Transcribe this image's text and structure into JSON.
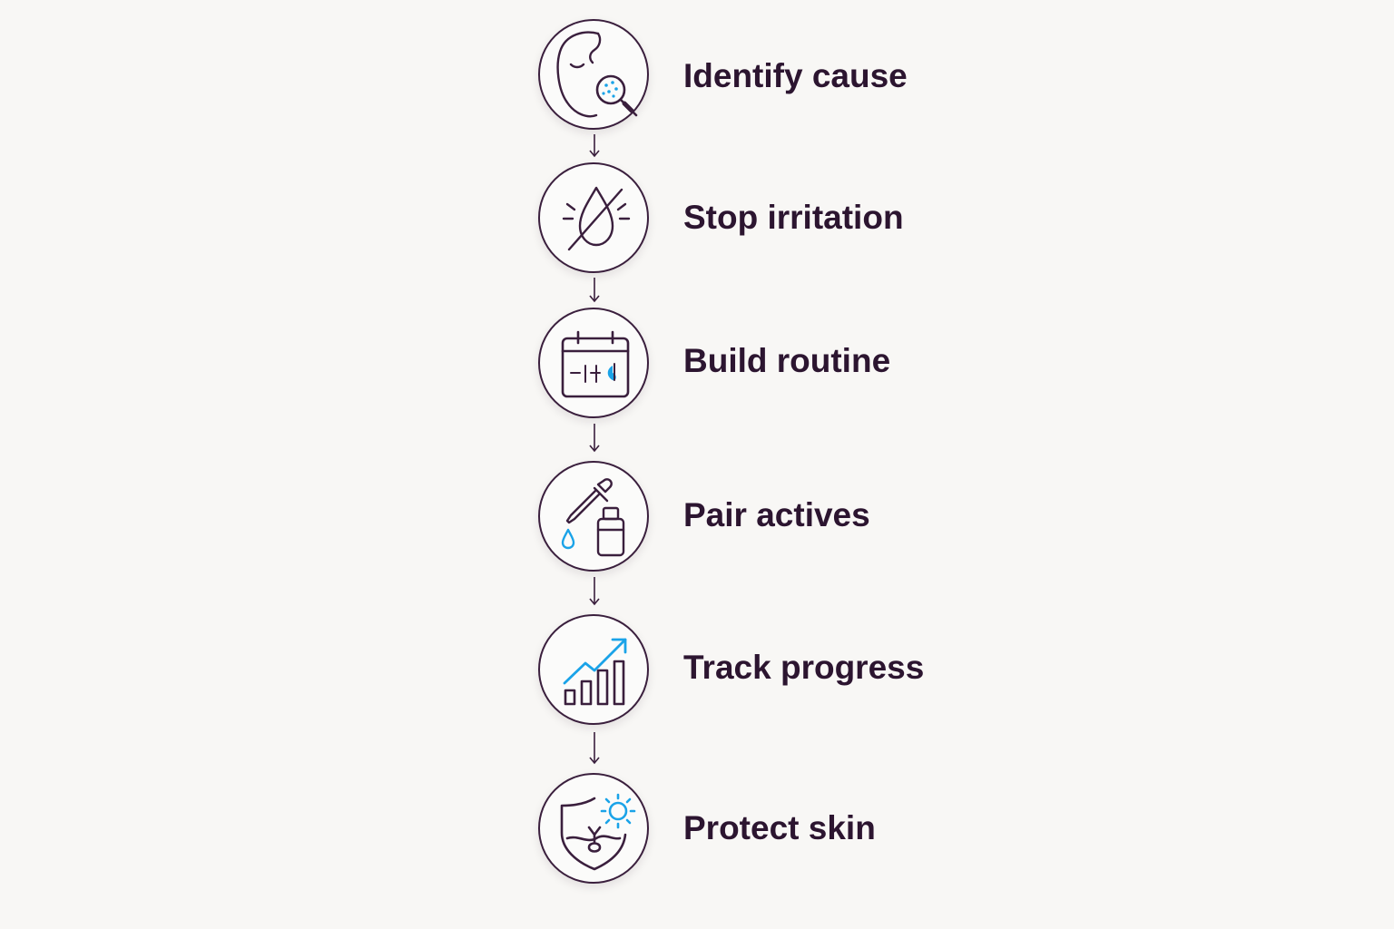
{
  "steps": [
    {
      "label": "Identify cause",
      "icon": "face-magnifier-icon"
    },
    {
      "label": "Stop irritation",
      "icon": "crossed-drop-icon"
    },
    {
      "label": "Build routine",
      "icon": "calendar-icon"
    },
    {
      "label": "Pair actives",
      "icon": "dropper-bottle-icon"
    },
    {
      "label": "Track progress",
      "icon": "growth-chart-icon"
    },
    {
      "label": "Protect skin",
      "icon": "shield-sun-icon"
    }
  ],
  "colors": {
    "background": "#f8f7f5",
    "ink": "#2c1530",
    "accent": "#1aa3e8"
  }
}
